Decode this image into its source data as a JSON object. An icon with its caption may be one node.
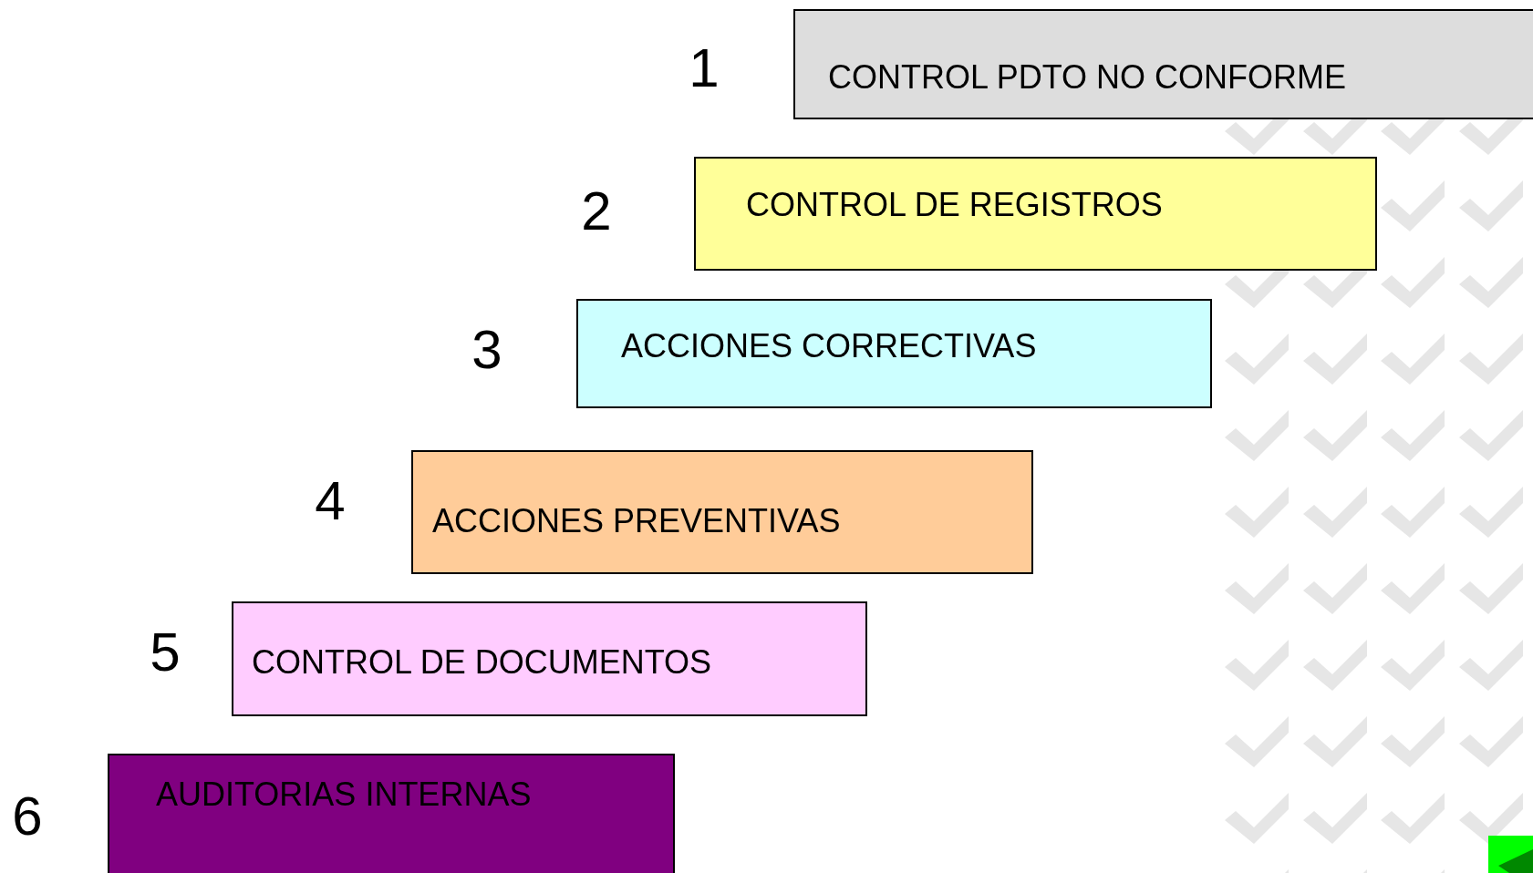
{
  "diagram": {
    "nodes": [
      {
        "text": [
          "CONTROL PDTO NO CONFORME"
        ],
        "beside": [
          "1"
        ]
      },
      {
        "text": [
          "CONTROL DE REGISTROS"
        ],
        "beside": [
          "2"
        ]
      },
      {
        "text": [
          "ACCIONES CORRECTIVAS"
        ],
        "beside": [
          "3"
        ]
      },
      {
        "text": [
          "ACCIONES PREVENTIVAS"
        ],
        "beside": [
          "4"
        ]
      },
      {
        "text": [
          "CONTROL DE DOCUMENTOS"
        ],
        "beside": [
          "5"
        ]
      },
      {
        "text": [
          "AUDITORIAS INTERNAS"
        ],
        "beside": [
          "6"
        ]
      }
    ]
  }
}
